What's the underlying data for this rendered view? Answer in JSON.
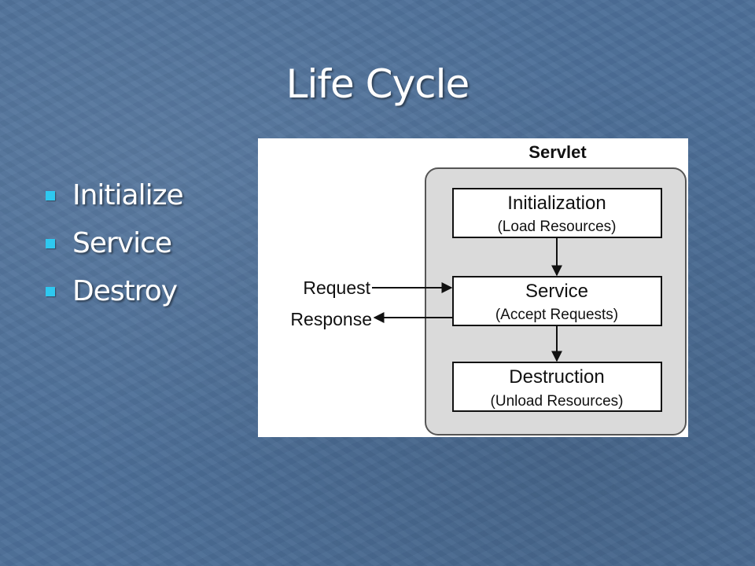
{
  "slide": {
    "title": "Life Cycle",
    "bullets": [
      "Initialize",
      "Service",
      "Destroy"
    ]
  },
  "diagram": {
    "container_label": "Servlet",
    "stages": [
      {
        "name": "Initialization",
        "detail": "(Load Resources)"
      },
      {
        "name": "Service",
        "detail": "(Accept Requests)"
      },
      {
        "name": "Destruction",
        "detail": "(Unload Resources)"
      }
    ],
    "request_label": "Request",
    "response_label": "Response"
  },
  "colors": {
    "background": "#4d6f98",
    "bullet_marker": "#2ec8f0",
    "container_fill": "#dadada"
  }
}
